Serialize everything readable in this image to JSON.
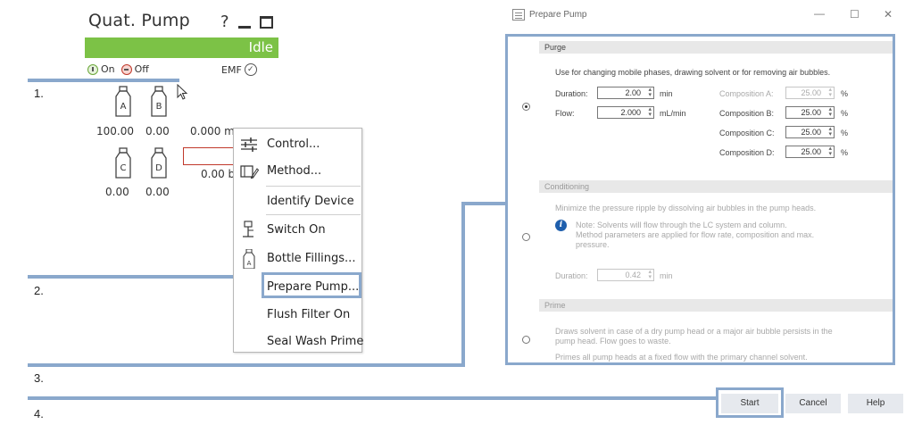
{
  "pump": {
    "title": "Quat. Pump",
    "help": "?",
    "status": "Idle",
    "status_color": "#7cc246",
    "on_label": "On",
    "off_label": "Off",
    "emf_label": "EMF",
    "emf_check": "✓",
    "bottles": [
      {
        "letter": "A",
        "value": "100.00"
      },
      {
        "letter": "B",
        "value": "0.00"
      },
      {
        "letter": "C",
        "value": "0.00"
      },
      {
        "letter": "D",
        "value": "0.00"
      }
    ],
    "flow_text": "0.000 m",
    "pressure_text": "0.00 b"
  },
  "steps": [
    "1.",
    "2.",
    "3.",
    "4."
  ],
  "context_menu": {
    "items": [
      {
        "label": "Control...",
        "icon": "control-sliders-icon"
      },
      {
        "label": "Method...",
        "icon": "method-edit-icon"
      },
      {
        "label": "Identify Device",
        "icon": ""
      },
      {
        "label": "Switch On",
        "icon": "switch-on-icon"
      },
      {
        "label": "Bottle Fillings...",
        "icon": "bottle-icon"
      },
      {
        "label": "Prepare Pump...",
        "icon": ""
      },
      {
        "label": "Flush Filter On",
        "icon": ""
      },
      {
        "label": "Seal Wash Prime",
        "icon": ""
      }
    ],
    "highlight_color": "#8aa8cc"
  },
  "dialog": {
    "title": "Prepare Pump",
    "window_buttons": {
      "minimize": "—",
      "maximize": "☐",
      "close": "✕"
    },
    "purge": {
      "header": "Purge",
      "description": "Use for changing mobile phases, drawing solvent or for removing air bubbles.",
      "duration_label": "Duration:",
      "duration_value": "2.00",
      "duration_unit": "min",
      "flow_label": "Flow:",
      "flow_value": "2.000",
      "flow_unit": "mL/min",
      "compositions": [
        {
          "label": "Composition A:",
          "value": "25.00",
          "unit": "%",
          "disabled": true
        },
        {
          "label": "Composition B:",
          "value": "25.00",
          "unit": "%",
          "disabled": false
        },
        {
          "label": "Composition C:",
          "value": "25.00",
          "unit": "%",
          "disabled": false
        },
        {
          "label": "Composition D:",
          "value": "25.00",
          "unit": "%",
          "disabled": false
        }
      ]
    },
    "conditioning": {
      "header": "Conditioning",
      "description": "Minimize the pressure ripple by dissolving air bubbles in the pump heads.",
      "note_line1": "Note: Solvents will flow through the LC system and column.",
      "note_line2": "Method parameters are applied for flow rate, composition and max.",
      "note_line3": "pressure.",
      "duration_label": "Duration:",
      "duration_value": "0.42",
      "duration_unit": "min"
    },
    "prime": {
      "header": "Prime",
      "description_line1": "Draws solvent in case of a dry pump head or a major air bubble persists in the",
      "description_line2": "pump head. Flow goes to waste.",
      "description_line3": "Primes all pump heads at a fixed flow with the primary channel solvent."
    },
    "buttons": {
      "start": "Start",
      "cancel": "Cancel",
      "help": "Help"
    }
  }
}
